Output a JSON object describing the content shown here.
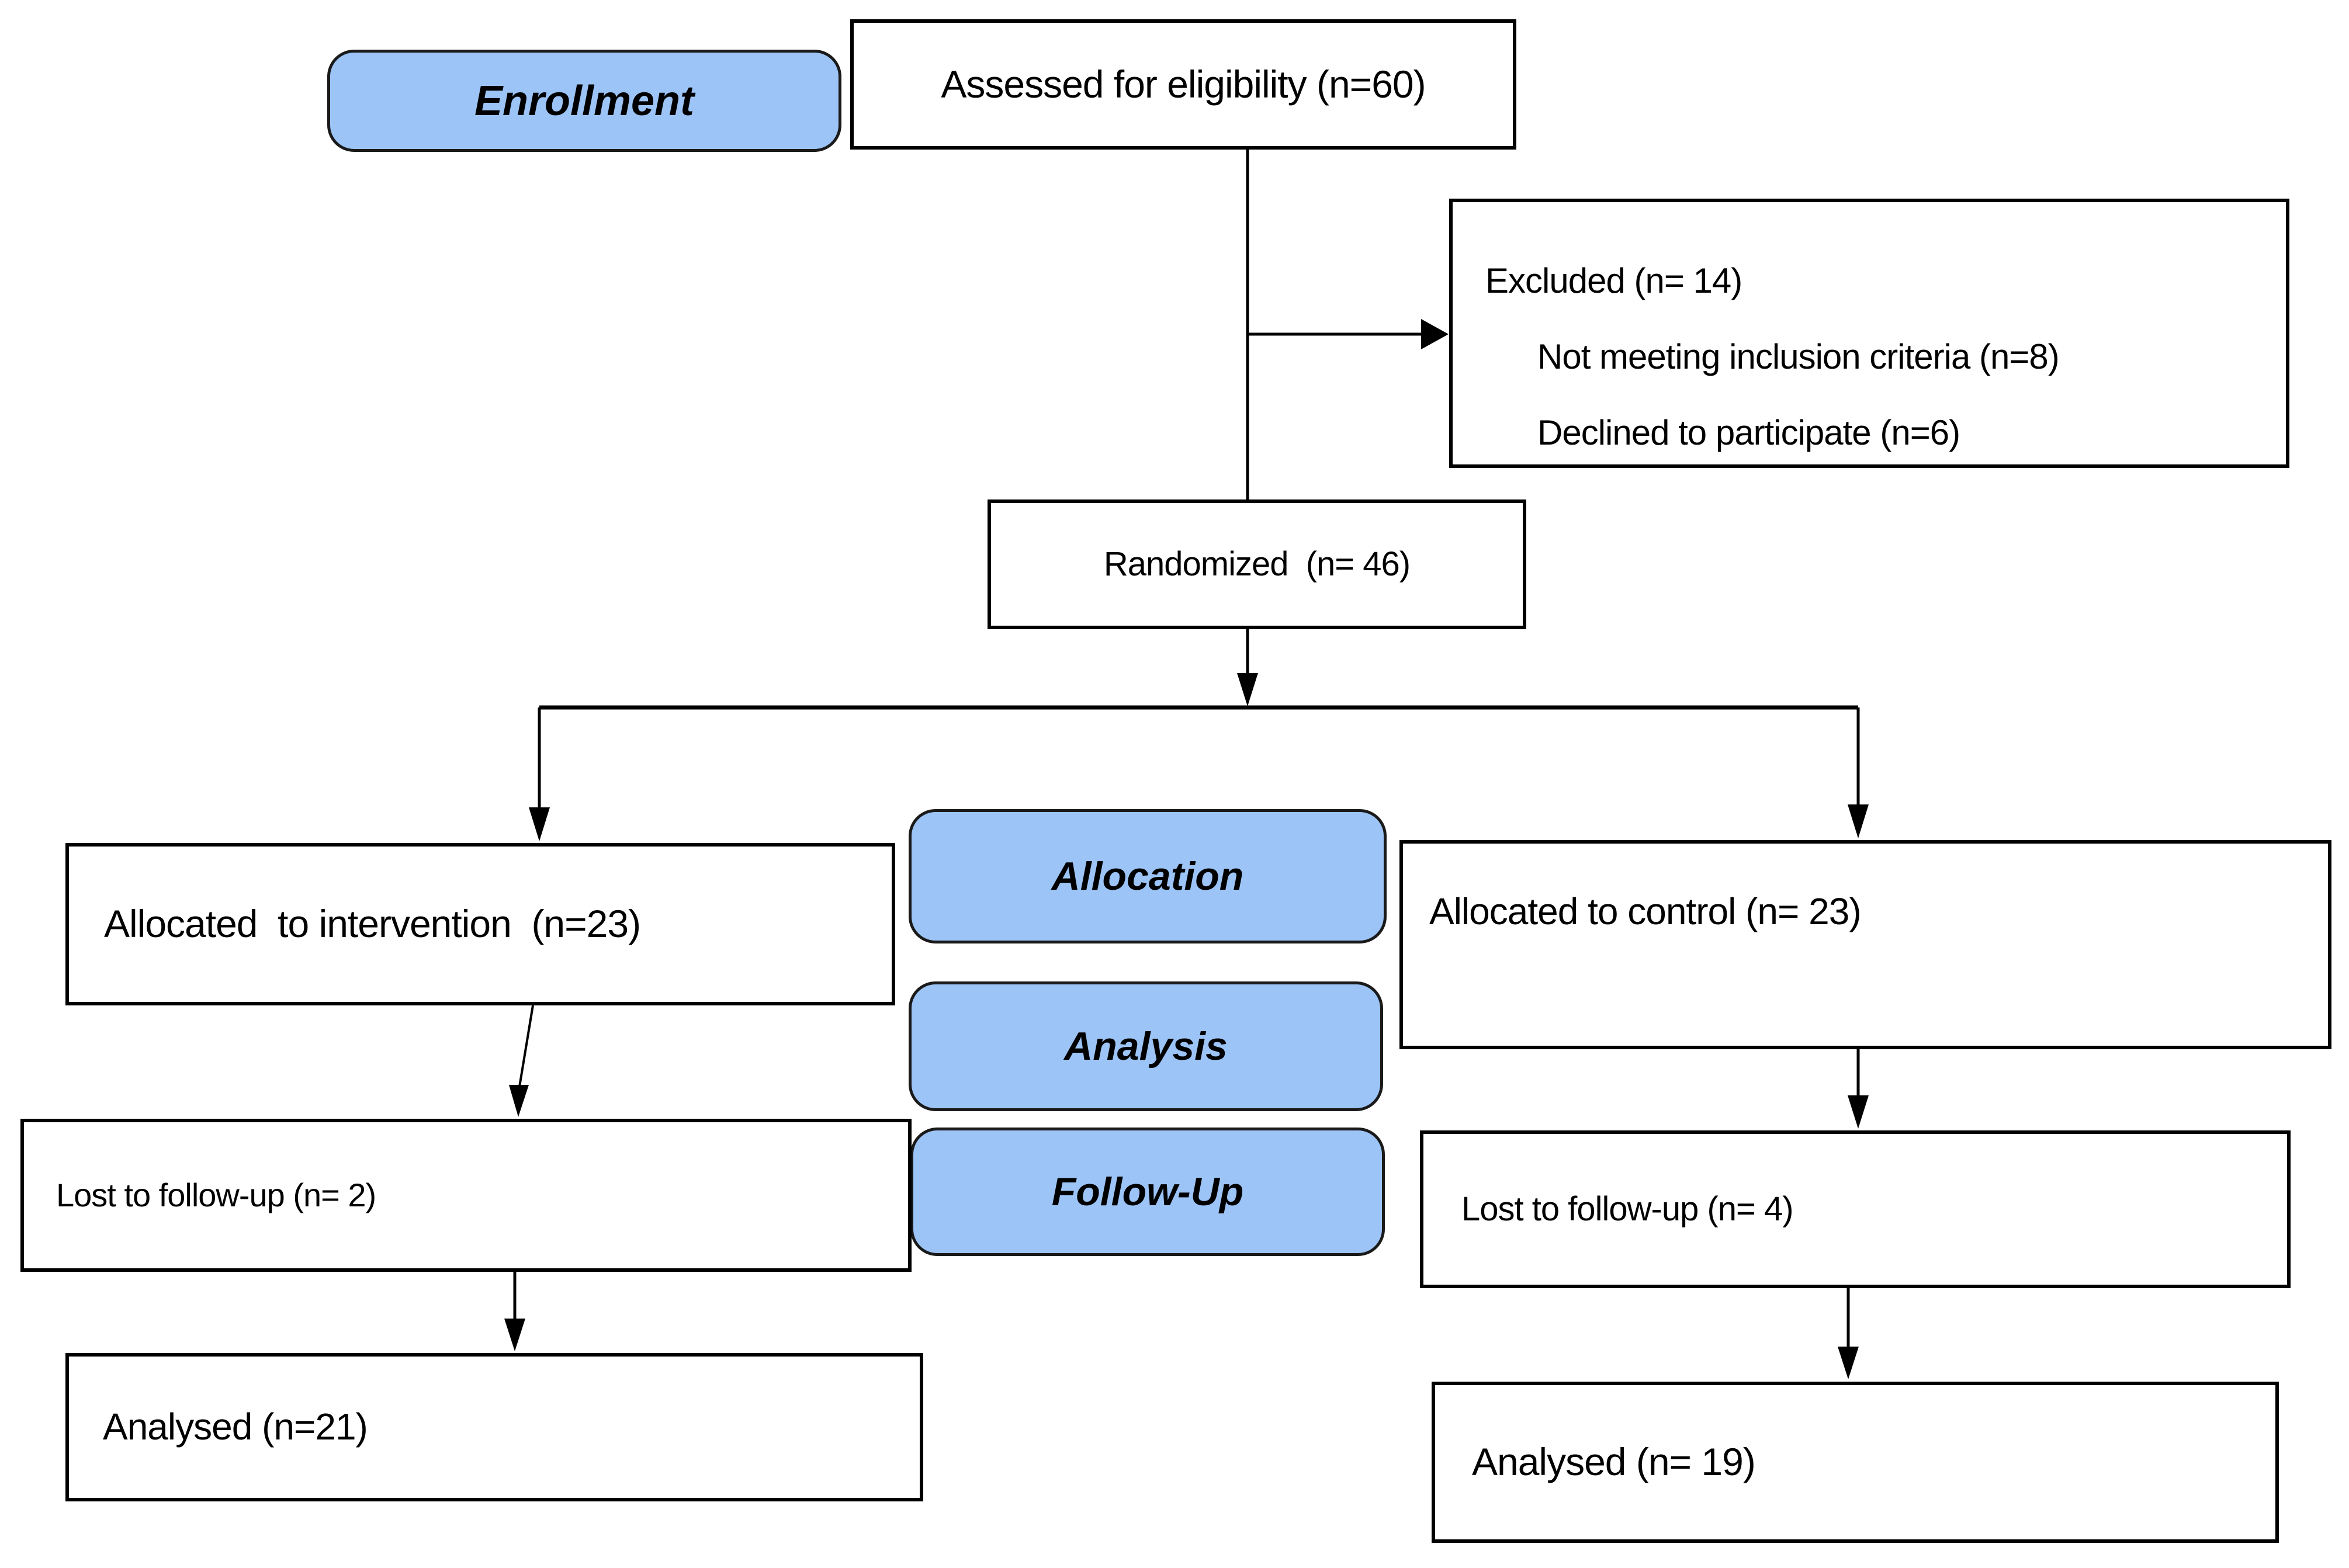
{
  "diagram": {
    "kind": "CONSORT participant flow diagram",
    "stages": [
      {
        "id": "enrollment",
        "label": "Enrollment"
      },
      {
        "id": "allocation",
        "label": "Allocation"
      },
      {
        "id": "analysis",
        "label": "Analysis"
      },
      {
        "id": "follow_up",
        "label": "Follow-Up"
      }
    ],
    "nodes": {
      "assessed": {
        "text": "Assessed for eligibility (n=60)",
        "n": 60
      },
      "excluded": {
        "title": "Excluded (n= 14)",
        "n": 14,
        "reasons": [
          {
            "text": "Not meeting inclusion criteria (n=8)",
            "n": 8
          },
          {
            "text": "Declined to participate (n=6)",
            "n": 6
          }
        ]
      },
      "randomized": {
        "text": "Randomized  (n= 46)",
        "n": 46
      },
      "allocated_intervention": {
        "text": "Allocated  to intervention  (n=23)",
        "n": 23
      },
      "allocated_control": {
        "text": "Allocated to control (n= 23)",
        "n": 23
      },
      "lost_intervention": {
        "text": "Lost to follow-up (n= 2)",
        "n": 2
      },
      "lost_control": {
        "text": "Lost to follow-up (n= 4)",
        "n": 4
      },
      "analysed_intervention": {
        "text": "Analysed (n=21)",
        "n": 21
      },
      "analysed_control": {
        "text": "Analysed (n= 19)",
        "n": 19
      }
    },
    "colors": {
      "stage_fill": "#9CC4F6",
      "node_fill": "#FFFFFF",
      "border": "#000000",
      "text": "#000000",
      "background": "#FFFFFF"
    }
  }
}
